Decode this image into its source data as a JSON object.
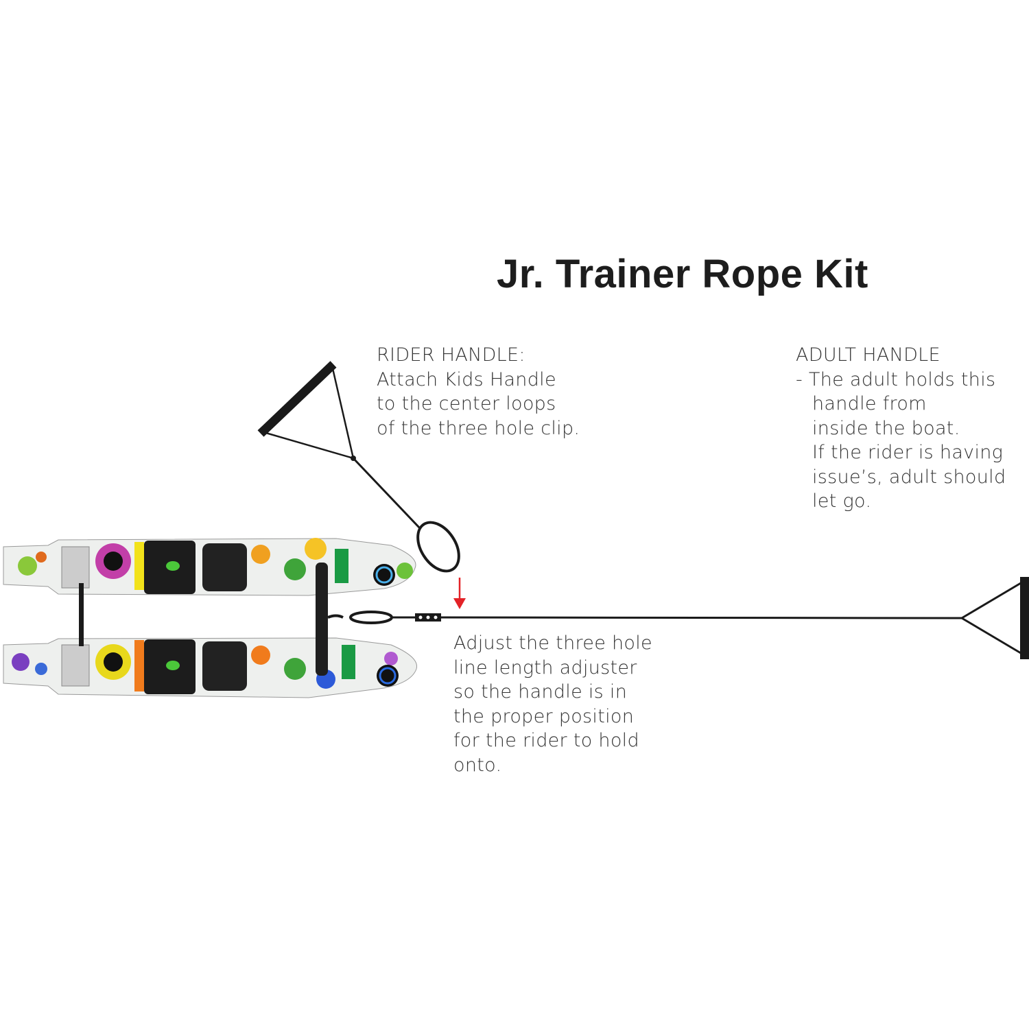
{
  "title": "Jr. Trainer Rope Kit",
  "rider_handle": {
    "lines": [
      "RIDER HANDLE:",
      "Attach Kids Handle",
      "to the center loops",
      "of the three hole clip."
    ]
  },
  "adult_handle": {
    "heading": "ADULT HANDLE",
    "lines": [
      "- The adult holds this",
      "handle from",
      "inside the boat.",
      "If the rider is having",
      "issue’s, adult should",
      "let go."
    ]
  },
  "adjuster_note": {
    "lines": [
      "Adjust the three hole",
      "line length adjuster",
      "so the handle is in",
      "the proper position",
      "for the rider to hold",
      "onto."
    ]
  },
  "colors": {
    "arrow": "#e32227",
    "rope": "#1a1a1a"
  }
}
